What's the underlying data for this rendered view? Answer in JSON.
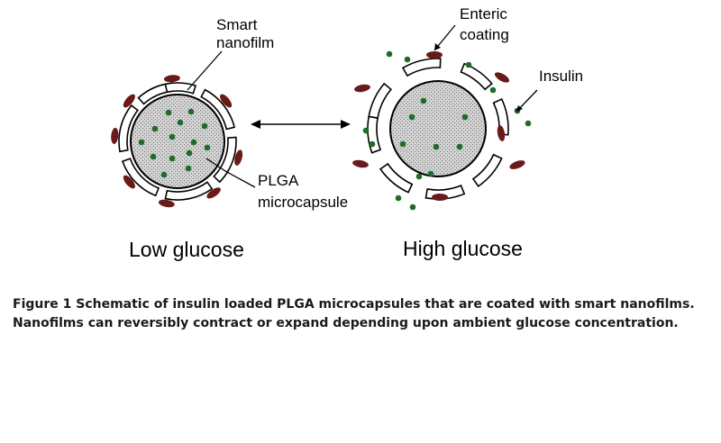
{
  "diagram": {
    "labels": {
      "smart_nanofilm_line1": "Smart",
      "smart_nanofilm_line2": "nanofilm",
      "enteric_line1": "Enteric",
      "enteric_line2": "coating",
      "insulin": "Insulin",
      "plga_line1": "PLGA",
      "plga_line2": "microcapsule"
    },
    "states": {
      "low": "Low glucose",
      "high": "High glucose"
    },
    "colors": {
      "insulin_dot": "#1f6b2a",
      "enteric_coating": "#6b1a1a",
      "core_fill": "#cfcfcf"
    }
  },
  "caption": "Figure 1 Schematic of insulin loaded PLGA microcapsules that are coated with smart nanofilms. Nanofilms can reversibly contract or expand depending upon ambient glucose concentration."
}
